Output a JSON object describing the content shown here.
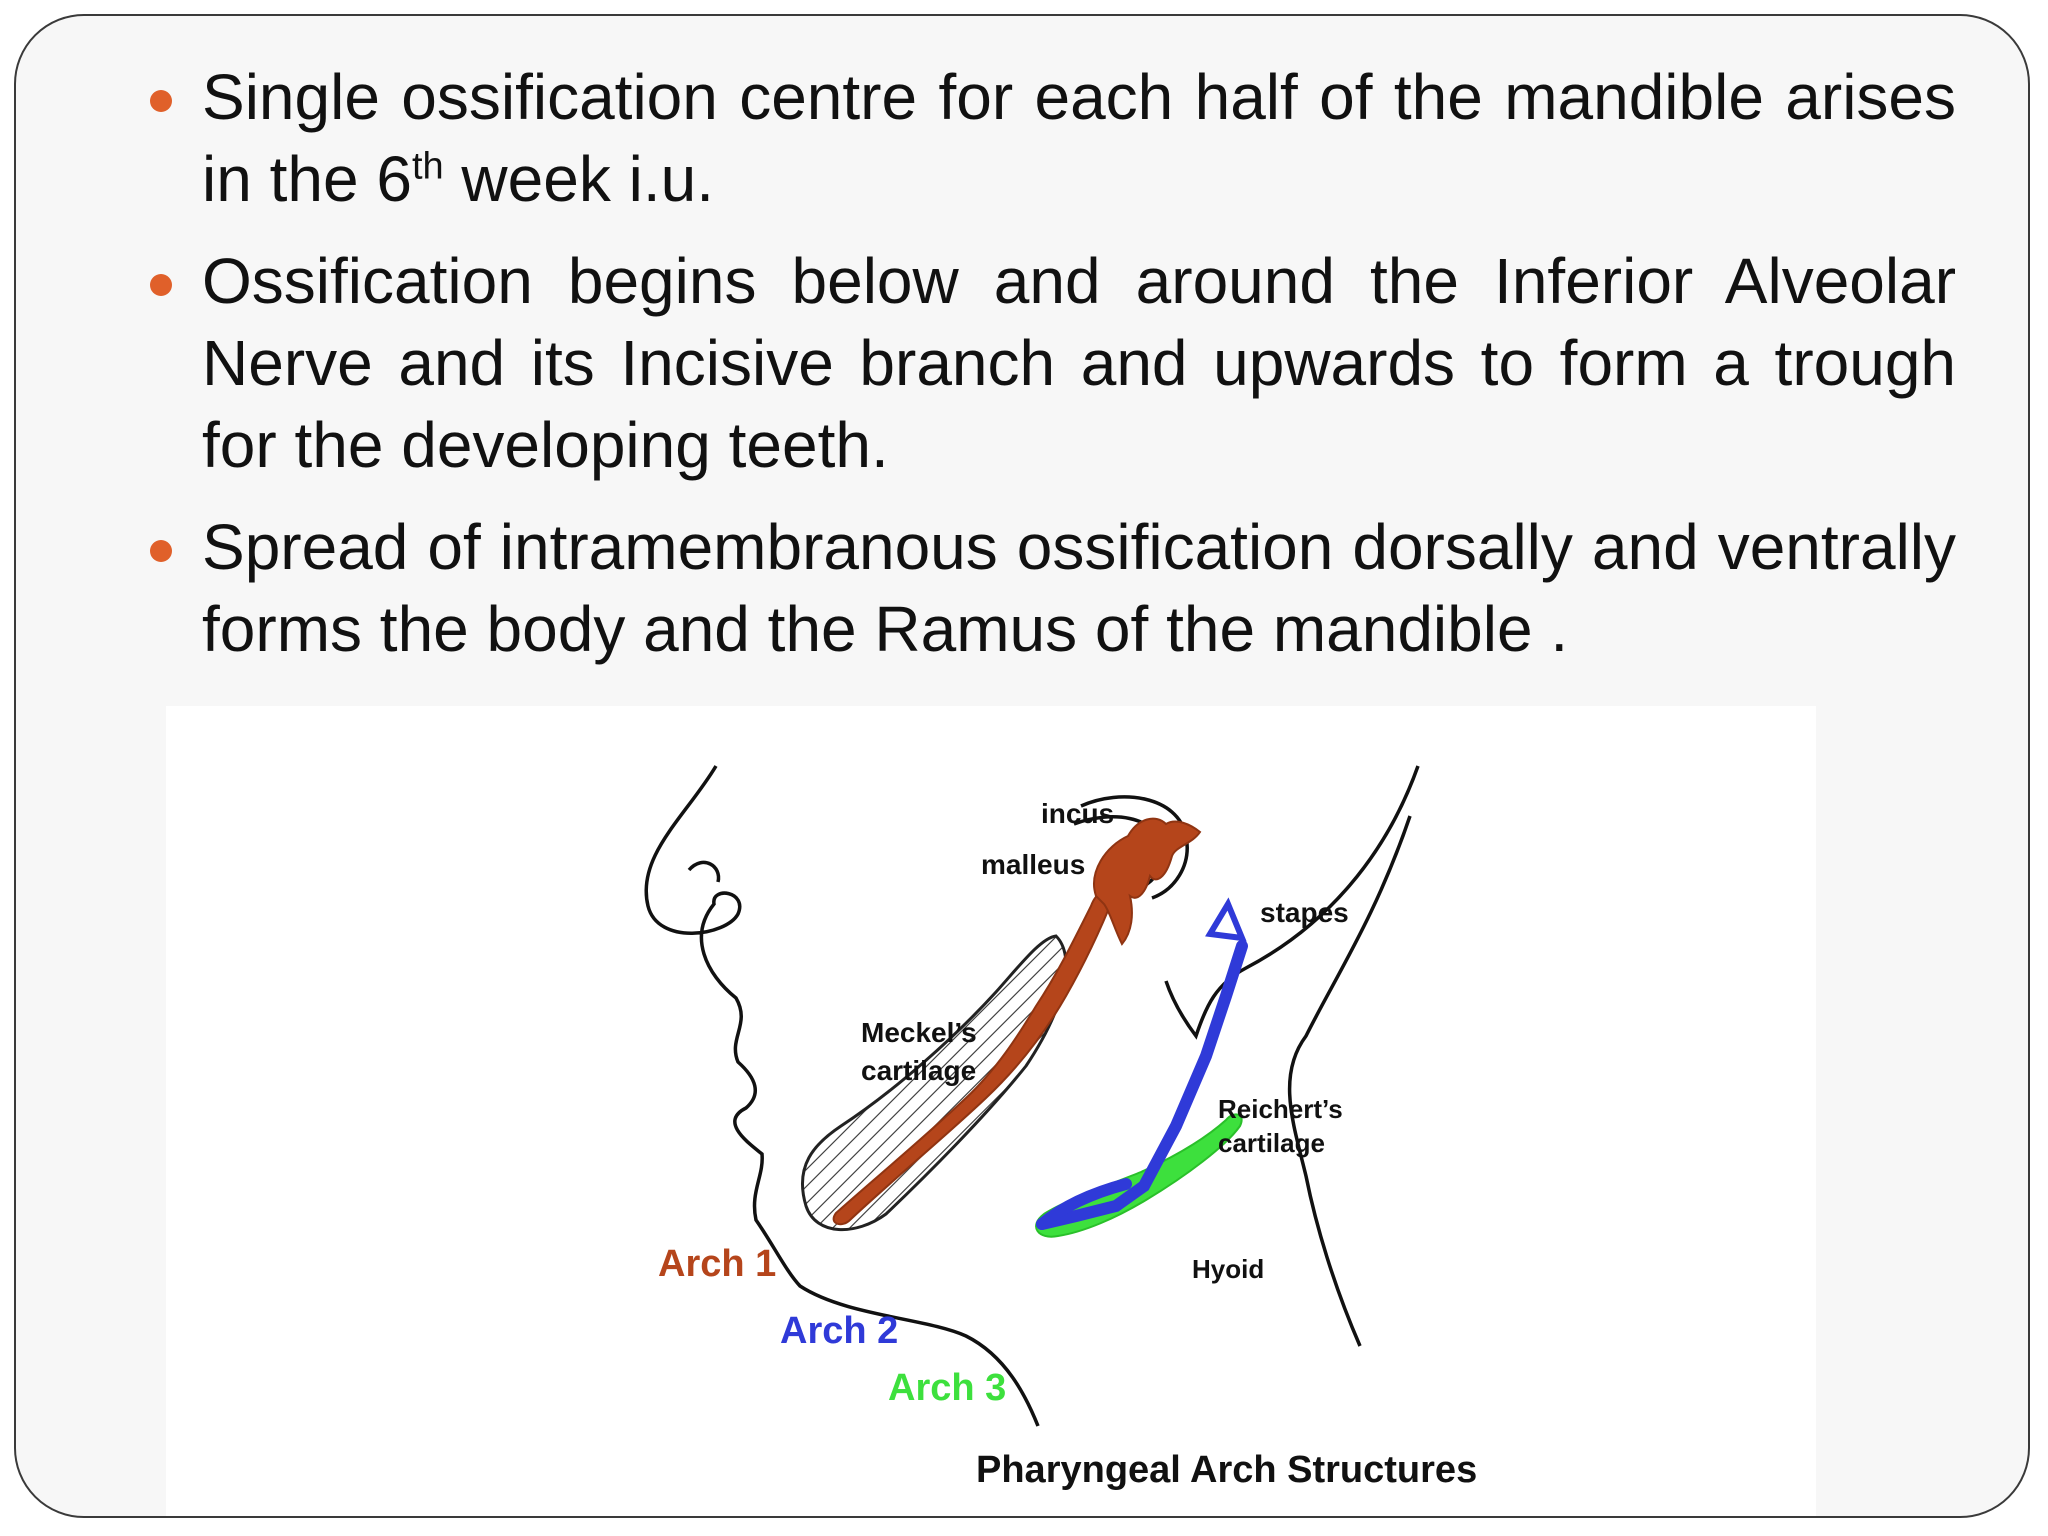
{
  "bullets": [
    {
      "before": "Single ossification centre for each half of the mandible arises in the 6",
      "sup": "th",
      "after": " week i.u."
    },
    {
      "text": "Ossification begins below and around the Inferior Alveolar Nerve and its Incisive branch and upwards  to form a trough for the developing teeth."
    },
    {
      "text": "Spread of intramembranous ossification dorsally and ventrally forms the body and the Ramus of the mandible ."
    }
  ],
  "figure": {
    "labels": {
      "incus": "incus",
      "malleus": "malleus",
      "stapes": "stapes",
      "meckels_1": "Meckel’s",
      "meckels_2": "cartilage",
      "reicherts_1": "Reichert’s",
      "reicherts_2": "cartilage",
      "hyoid": "Hyoid",
      "arch1": "Arch 1",
      "arch2": "Arch 2",
      "arch3": "Arch 3"
    },
    "caption": "Pharyngeal Arch Structures",
    "colors": {
      "arch1": "#b5451b",
      "arch2": "#2f3ad8",
      "arch3": "#3de03d",
      "bullet": "#e0602a"
    }
  }
}
